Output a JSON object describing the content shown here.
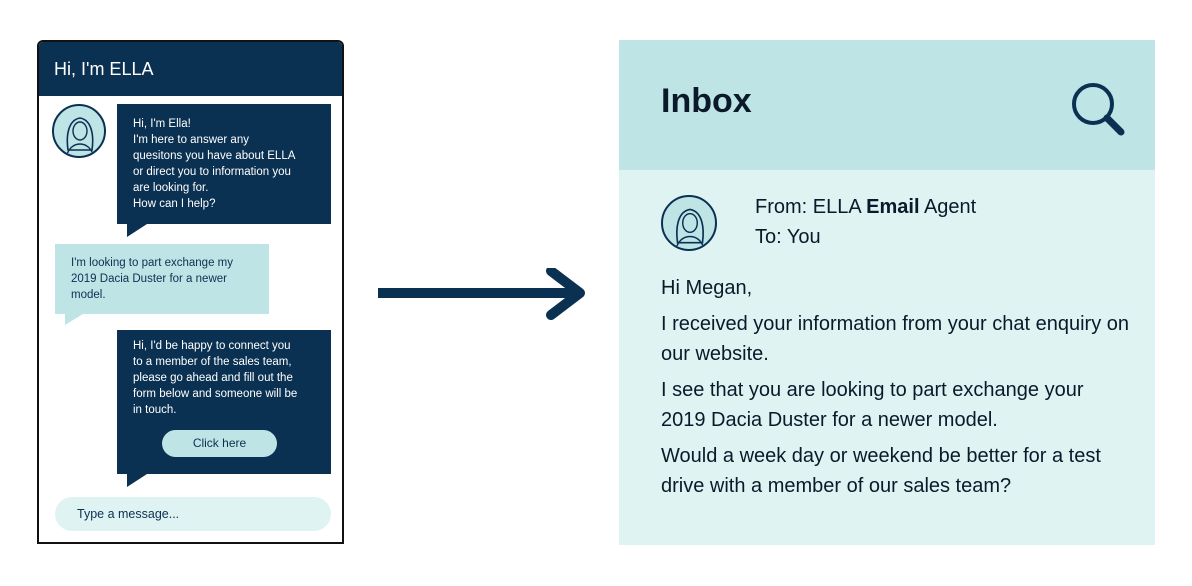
{
  "chat": {
    "title": "Hi, I'm ELLA",
    "messages": [
      {
        "sender": "bot",
        "text": "Hi, I'm Ella!\nI'm here to answer any\nquesitons you have about ELLA\nor direct you to information you\nare looking for.\nHow can I help?"
      },
      {
        "sender": "user",
        "text": "I'm looking to part exchange my\n2019 Dacia Duster for a newer\nmodel."
      },
      {
        "sender": "bot",
        "text": "Hi, I'd be happy to connect you\nto a member of the sales team,\nplease go ahead and fill out the\nform below and someone will be\nin touch."
      }
    ],
    "button_label": "Click here",
    "input_placeholder": "Type a message..."
  },
  "inbox": {
    "title": "Inbox",
    "from_prefix": "From: ELLA ",
    "from_bold": "Email",
    "from_suffix": " Agent",
    "to": "To: You",
    "greeting": "Hi Megan,",
    "paragraphs": [
      "I received your information from your chat enquiry on our website.",
      "I see that you are looking to part exchange your 2019 Dacia Duster for a newer model.",
      "Would a week day or weekend be better for a test drive with a member of our sales team?"
    ]
  },
  "colors": {
    "navy": "#0a3152",
    "teal_light": "#bfe4e6",
    "teal_pale": "#e0f3f3"
  },
  "icons": {
    "avatar": "woman-portrait-icon",
    "search": "magnifier-icon",
    "arrow": "arrow-right-icon"
  }
}
